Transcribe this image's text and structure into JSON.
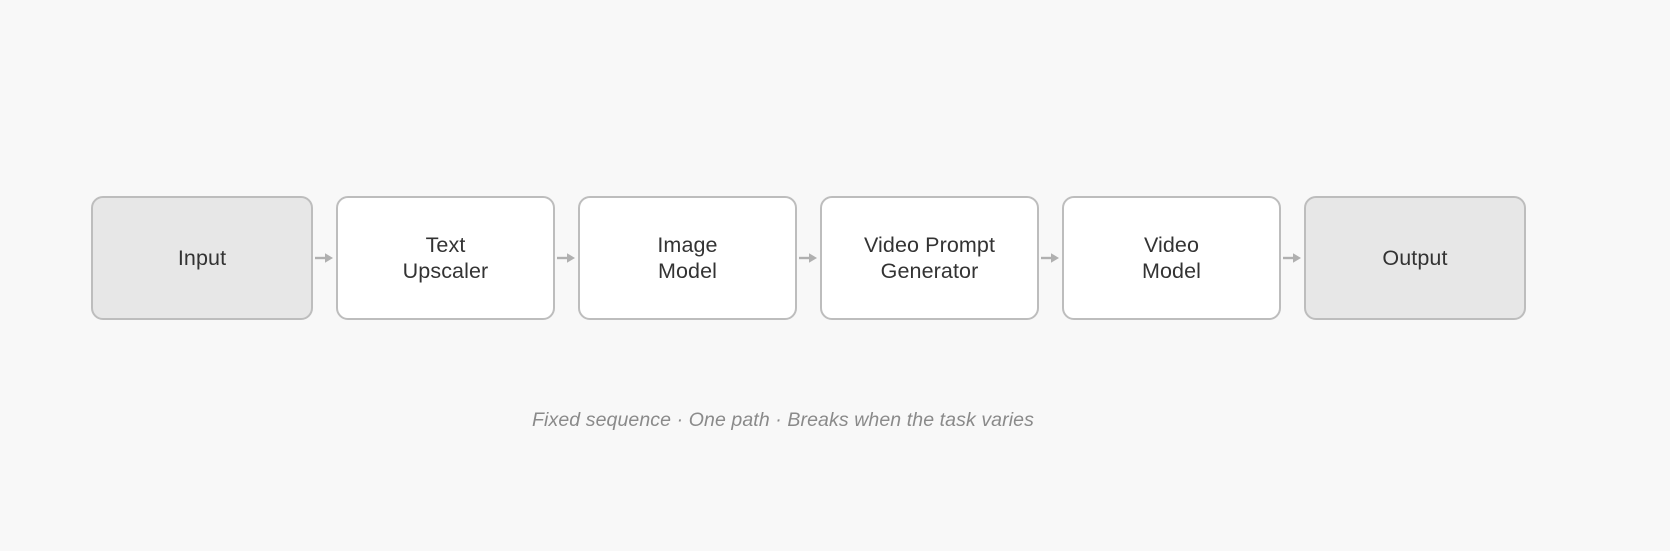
{
  "diagram": {
    "type": "linear-pipeline",
    "background_color": "#f8f8f8",
    "node_border_color": "#bdbdbd",
    "terminal_fill": "#e7e7e7",
    "process_fill": "#ffffff",
    "text_color": "#333333",
    "arrow_color": "#b0b0b0",
    "caption": "Fixed sequence · One path · Breaks when the task varies",
    "caption_color": "#8a8a8a",
    "nodes": [
      {
        "id": "input",
        "label": "Input",
        "kind": "terminal"
      },
      {
        "id": "text-upscaler",
        "label": "Text\nUpscaler",
        "kind": "process"
      },
      {
        "id": "image-model",
        "label": "Image\nModel",
        "kind": "process"
      },
      {
        "id": "video-prompt-generator",
        "label": "Video Prompt\nGenerator",
        "kind": "process"
      },
      {
        "id": "video-model",
        "label": "Video\nModel",
        "kind": "process"
      },
      {
        "id": "output",
        "label": "Output",
        "kind": "terminal"
      }
    ],
    "edges": [
      {
        "from": "input",
        "to": "text-upscaler"
      },
      {
        "from": "text-upscaler",
        "to": "image-model"
      },
      {
        "from": "image-model",
        "to": "video-prompt-generator"
      },
      {
        "from": "video-prompt-generator",
        "to": "video-model"
      },
      {
        "from": "video-model",
        "to": "output"
      }
    ]
  }
}
